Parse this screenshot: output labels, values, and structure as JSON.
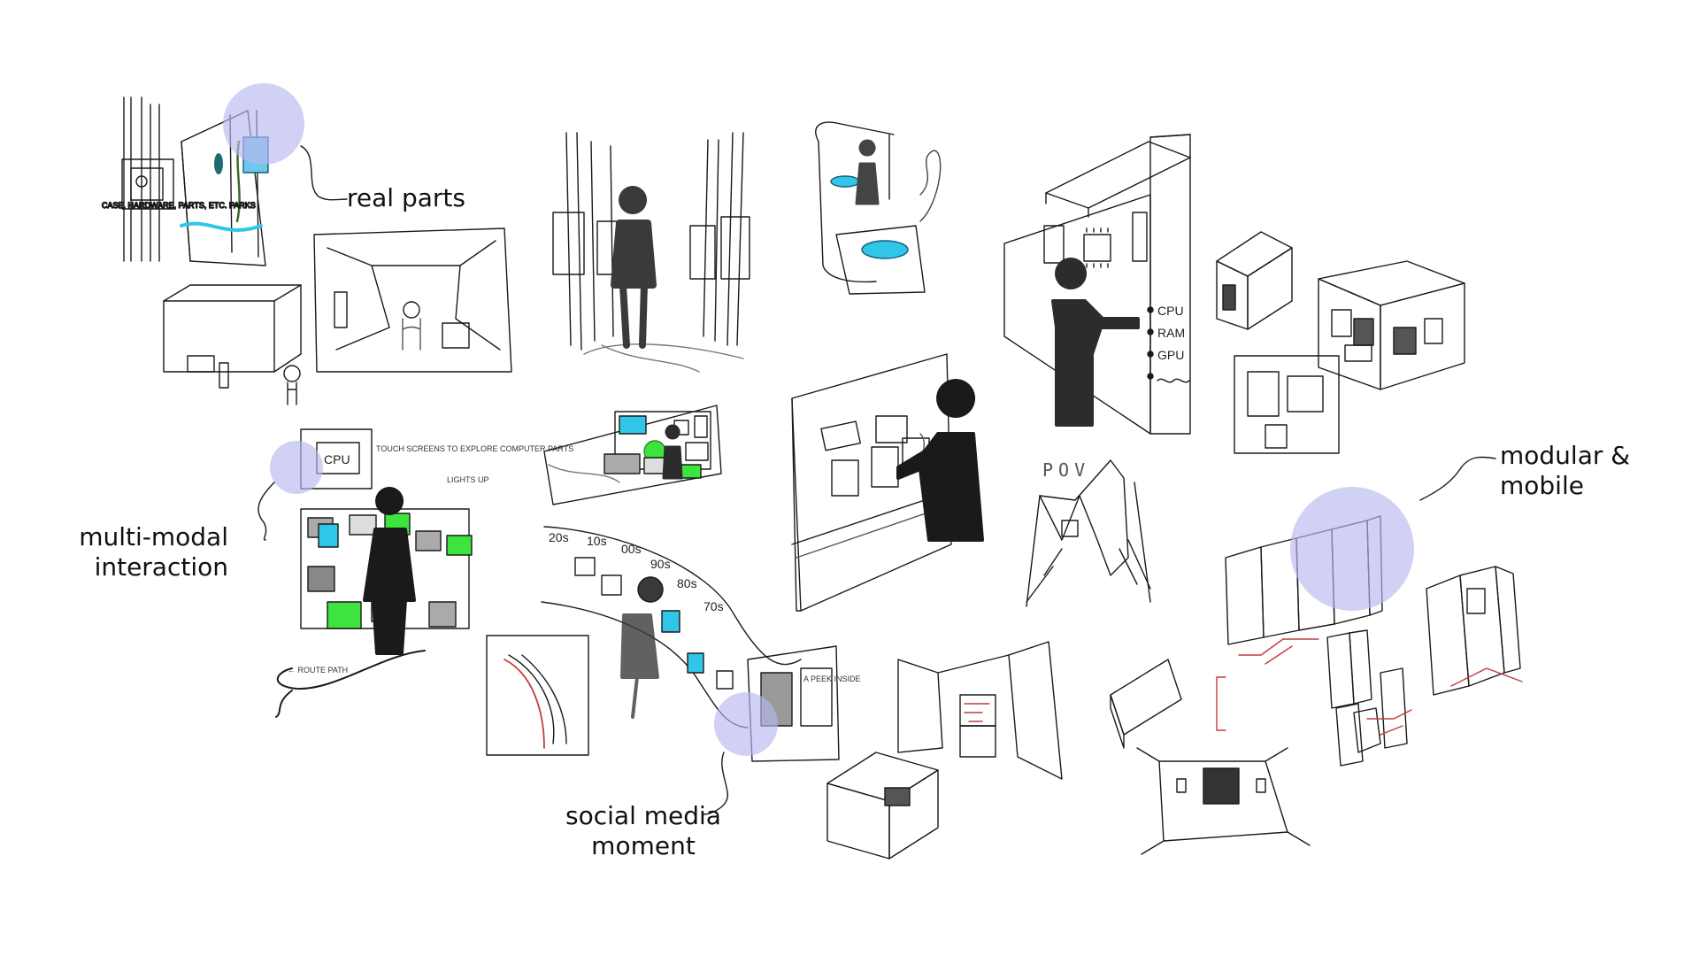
{
  "callouts": {
    "real_parts": "real parts",
    "multi_modal": "multi-modal\ninteraction",
    "social_media": "social media\nmoment",
    "modular": "modular &\nmobile"
  },
  "sketch_labels": {
    "cpu": "CPU",
    "ram": "RAM",
    "gpu": "GPU",
    "pov": "POV",
    "eras": [
      "70s",
      "80s",
      "90s",
      "00s",
      "10s",
      "20s"
    ],
    "real_parts_note": "CASE, HARDWARE, PARTS, ETC. PARKS",
    "pointing_note": "TOUCH SCREENS TO EXPLORE COMPUTER PARTS",
    "light_note": "LIGHTS UP",
    "path_note": "← ROUTE PATH",
    "hero_note": "A PEEK INSIDE"
  },
  "colors": {
    "highlight": "#b9b8f0",
    "accent_cyan": "#30c6e8",
    "accent_green": "#3ee43e",
    "ink": "#1a1a1a",
    "shadow": "#3a3a3a",
    "red_route": "#c43b3b"
  }
}
